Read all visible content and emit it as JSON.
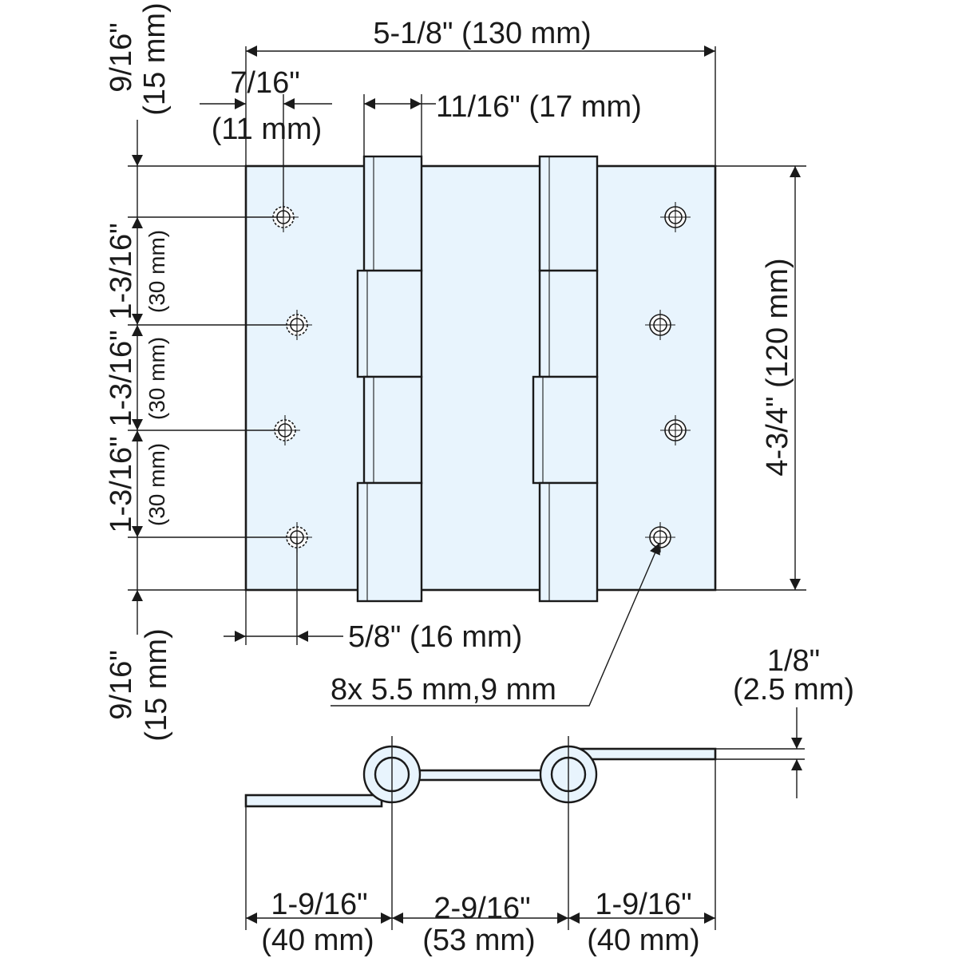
{
  "colors": {
    "leaf_fill": "#e8f4fd",
    "line": "#1a1a1a"
  },
  "dimensions": {
    "overall_width": "5-1/8\" (130 mm)",
    "knuckle_width": "11/16\" (17 mm)",
    "edge_offset_in": "7/16\"",
    "edge_offset_mm": "(11 mm)",
    "top_margin_in": "9/16\"",
    "top_margin_mm": "(15 mm)",
    "bottom_margin_in": "9/16\"",
    "bottom_margin_mm": "(15 mm)",
    "hole_pitch": [
      {
        "in": "1-3/16\"",
        "mm": "(30 mm)"
      },
      {
        "in": "1-3/16\"",
        "mm": "(30 mm)"
      },
      {
        "in": "1-3/16\"",
        "mm": "(30 mm)"
      }
    ],
    "height": "4-3/4\" (120 mm)",
    "hole_offset": "5/8\" (16 mm)",
    "holes": "8x 5.5 mm,9 mm",
    "thickness_in": "1/8\"",
    "thickness_mm": "(2.5 mm)",
    "side_widths": [
      {
        "in": "1-9/16\"",
        "mm": "(40 mm)"
      },
      {
        "in": "2-9/16\"",
        "mm": "(53 mm)"
      },
      {
        "in": "1-9/16\"",
        "mm": "(40 mm)"
      }
    ]
  }
}
